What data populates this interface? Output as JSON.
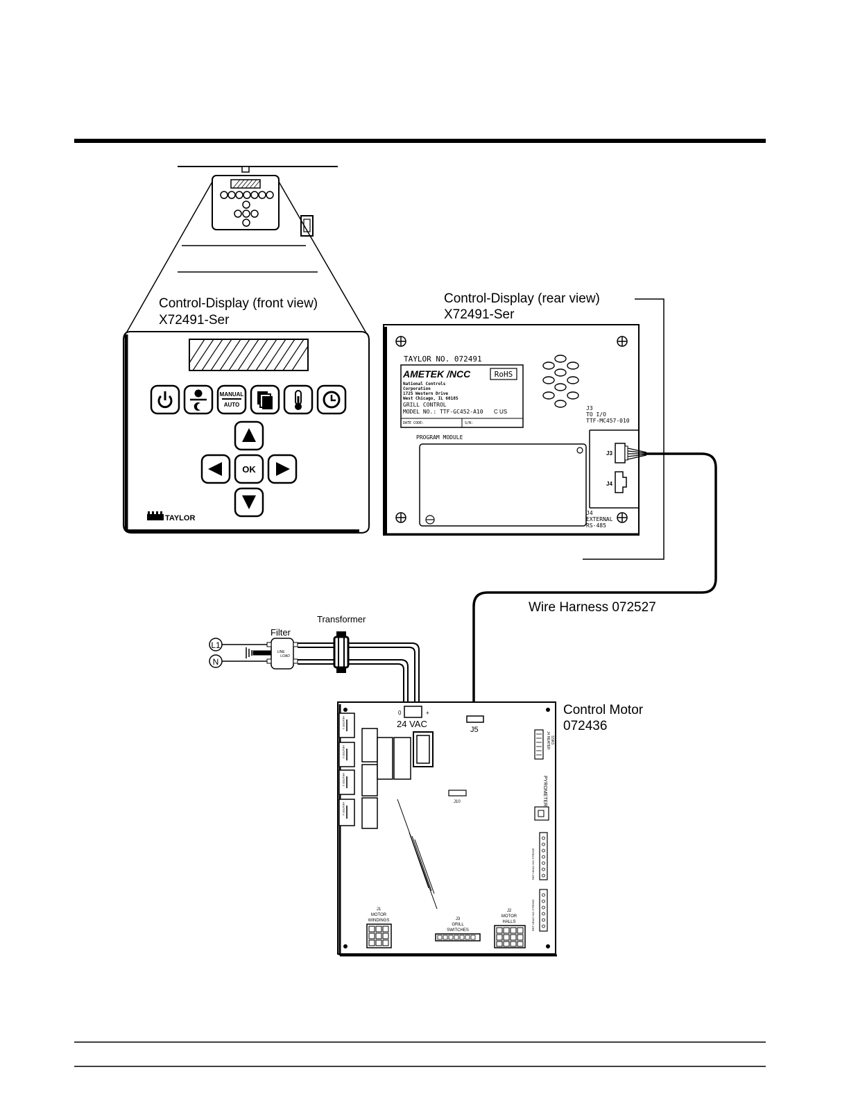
{
  "front_view": {
    "title": "Control-Display (front view)",
    "part_no": "X72491-Ser",
    "buttons": {
      "manual": "MANUAL",
      "auto": "AUTO",
      "ok": "OK"
    },
    "brand": "TAYLOR"
  },
  "rear_view": {
    "title": "Control-Display (rear view)",
    "part_no": "X72491-Ser",
    "taylor_no": "TAYLOR NO. 072491",
    "logo": "AMETEK /NCC",
    "rohs": "RoHS",
    "mfr_lines": [
      "National Controls",
      "Corporation",
      "1725 Western Drive",
      "West Chicago, IL 60185"
    ],
    "grill_control": "GRILL CONTROL",
    "model_no": "MODEL NO.: TTF-GC452-A10",
    "cert": "C US",
    "date_code": "DATE CODE:",
    "sn": "S/N:",
    "program_module": "PROGRAM MODULE",
    "j3_label": "J3",
    "j3_desc": [
      "J3",
      "TO I/O",
      "TTF-MC457-010"
    ],
    "j4_label": "J4",
    "j4_desc": [
      "J4",
      "EXTERNAL",
      "RS-485"
    ]
  },
  "harness": {
    "label": "Wire Harness 072527"
  },
  "power": {
    "l1": "L1",
    "n": "N",
    "filter": "Filter",
    "filter_inner": [
      "LINE",
      "LOAD"
    ],
    "transformer": "Transformer"
  },
  "motor_board": {
    "title": "Control Motor",
    "part_no": "072436",
    "vac_label": "24 VAC",
    "vac_pins": [
      "0",
      "+"
    ],
    "j5": "J5",
    "j10": "J10",
    "j4_heater": [
      "J4 HEATER",
      "SSR3"
    ],
    "pyrometer": "PYROMETER",
    "side_conn_1": "REF HEAD IND STROKE",
    "side_conn_2": "REF HEAD IND STROKE",
    "left_conn": [
      "HEATER 1",
      "HEATER 2",
      "HEATER 3",
      "HEATER 4"
    ],
    "j1": [
      "J1",
      "MOTOR",
      "WINDINGS"
    ],
    "j3": [
      "J3",
      "GRILL",
      "SWITCHES"
    ],
    "j2": [
      "J2",
      "MOTOR",
      "HALLS"
    ]
  }
}
